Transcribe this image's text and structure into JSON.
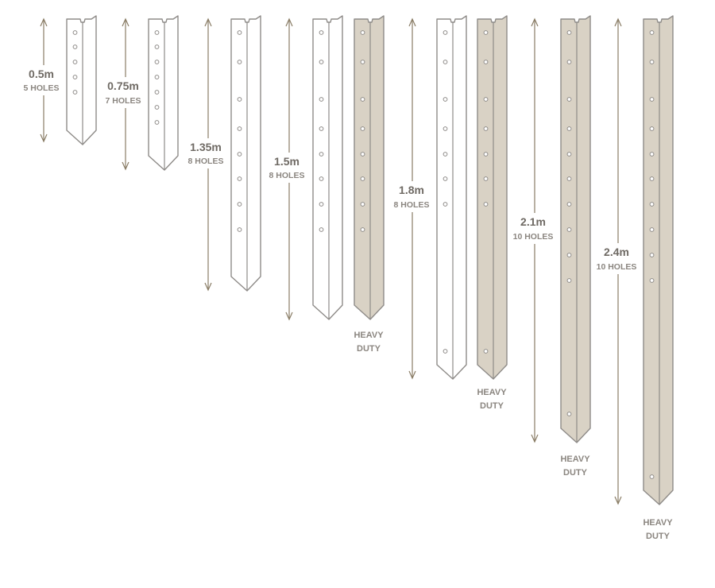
{
  "colors": {
    "outline": "#8e8b88",
    "heavy_fill": "#d9d2c5",
    "arrow": "#8a7d66",
    "text_dark": "#6f6a64",
    "text_light": "#8b8680"
  },
  "posts": [
    {
      "length": "0.5m",
      "holes": "5 HOLES",
      "variants": [
        {
          "heavy": false,
          "label": ""
        }
      ]
    },
    {
      "length": "0.75m",
      "holes": "7 HOLES",
      "variants": [
        {
          "heavy": false,
          "label": ""
        }
      ]
    },
    {
      "length": "1.35m",
      "holes": "8 HOLES",
      "variants": [
        {
          "heavy": false,
          "label": ""
        }
      ]
    },
    {
      "length": "1.5m",
      "holes": "8 HOLES",
      "variants": [
        {
          "heavy": false,
          "label": ""
        },
        {
          "heavy": true,
          "label": [
            "HEAVY",
            "DUTY"
          ]
        }
      ]
    },
    {
      "length": "1.8m",
      "holes": "8 HOLES",
      "variants": [
        {
          "heavy": false,
          "label": ""
        },
        {
          "heavy": true,
          "label": [
            "HEAVY",
            "DUTY"
          ]
        }
      ]
    },
    {
      "length": "2.1m",
      "holes": "10 HOLES",
      "variants": [
        {
          "heavy": true,
          "label": [
            "HEAVY",
            "DUTY"
          ]
        }
      ]
    },
    {
      "length": "2.4m",
      "holes": "10 HOLES",
      "variants": [
        {
          "heavy": true,
          "label": [
            "HEAVY",
            "DUTY"
          ]
        }
      ]
    }
  ]
}
